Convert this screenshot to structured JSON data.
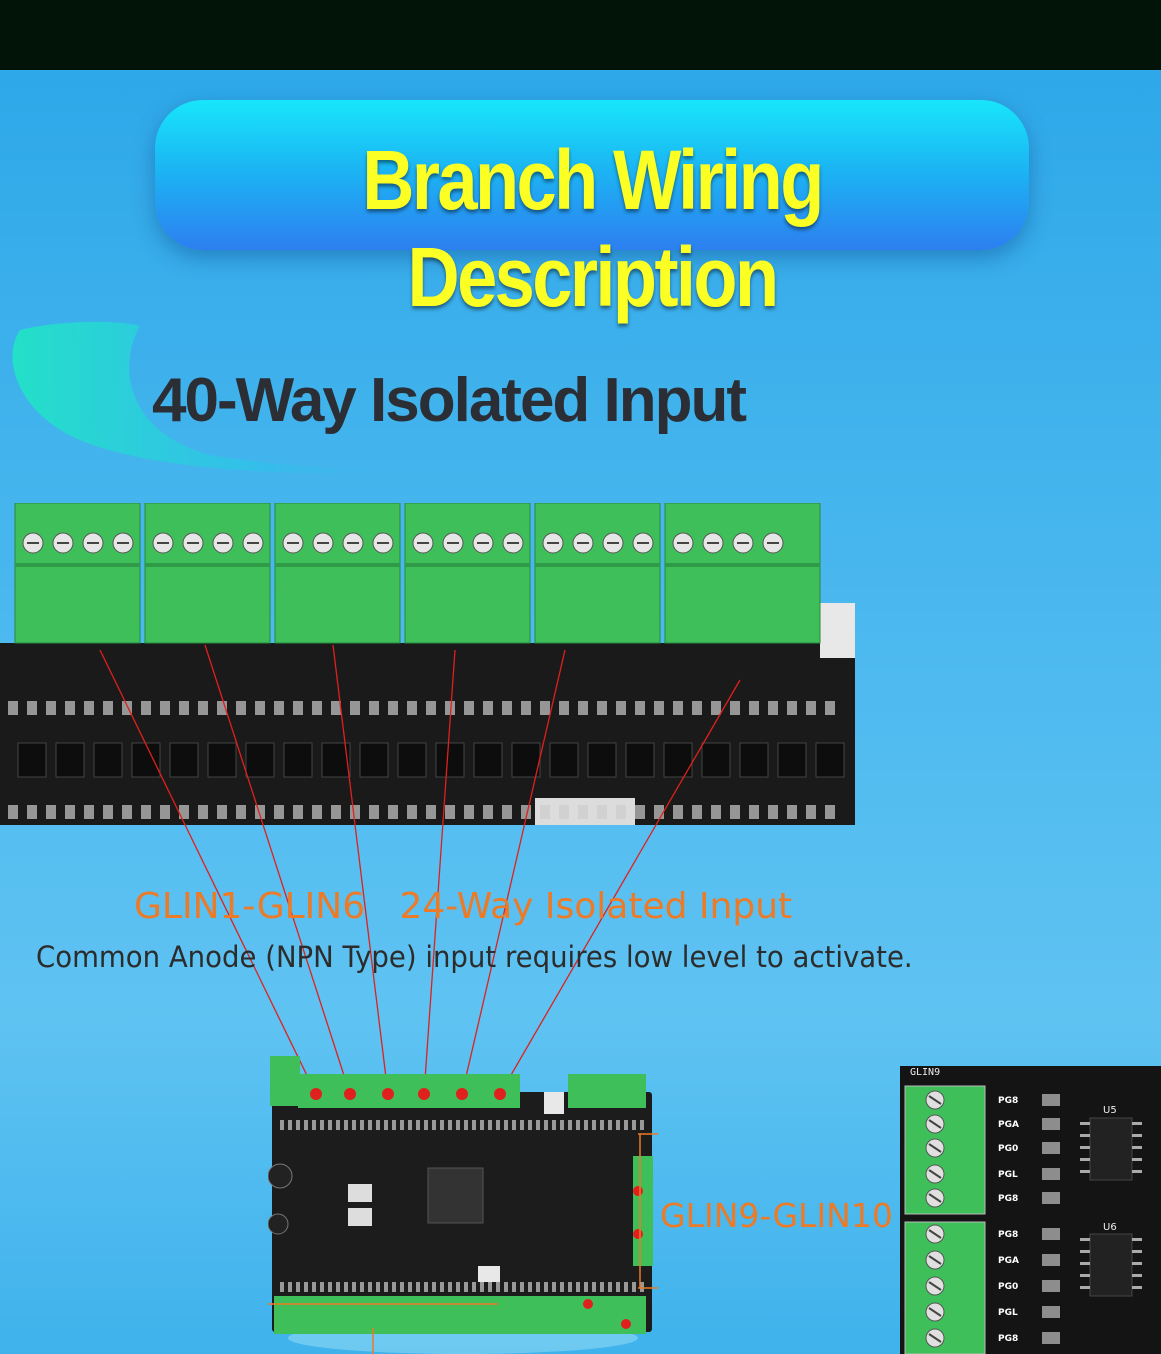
{
  "header": {
    "title": "Branch Wiring Description"
  },
  "section": {
    "heading": "40-Way Isolated Input"
  },
  "callout": {
    "range": "GLIN1-GLIN6",
    "isolated": "24-Way Isolated Input",
    "description": "Common Anode (NPN Type) input requires low level to activate."
  },
  "side_callout": {
    "label": "GLIN9-GLIN10"
  },
  "zoom_panel": {
    "header": "GLIN9",
    "pins_top": [
      "PG8",
      "PGA",
      "PG0",
      "PGL",
      "PG8"
    ],
    "pins_bottom": [
      "PG8",
      "PGA",
      "PG0",
      "PGL",
      "PG8"
    ],
    "chip_top": "U5",
    "chip_bottom": "U6"
  },
  "colors": {
    "title_text": "#fbff24",
    "accent_orange": "#ec7a26",
    "terminal_green": "#3fbf5a",
    "pcb_black": "#1a1a1a",
    "line_red": "#e0201c"
  }
}
